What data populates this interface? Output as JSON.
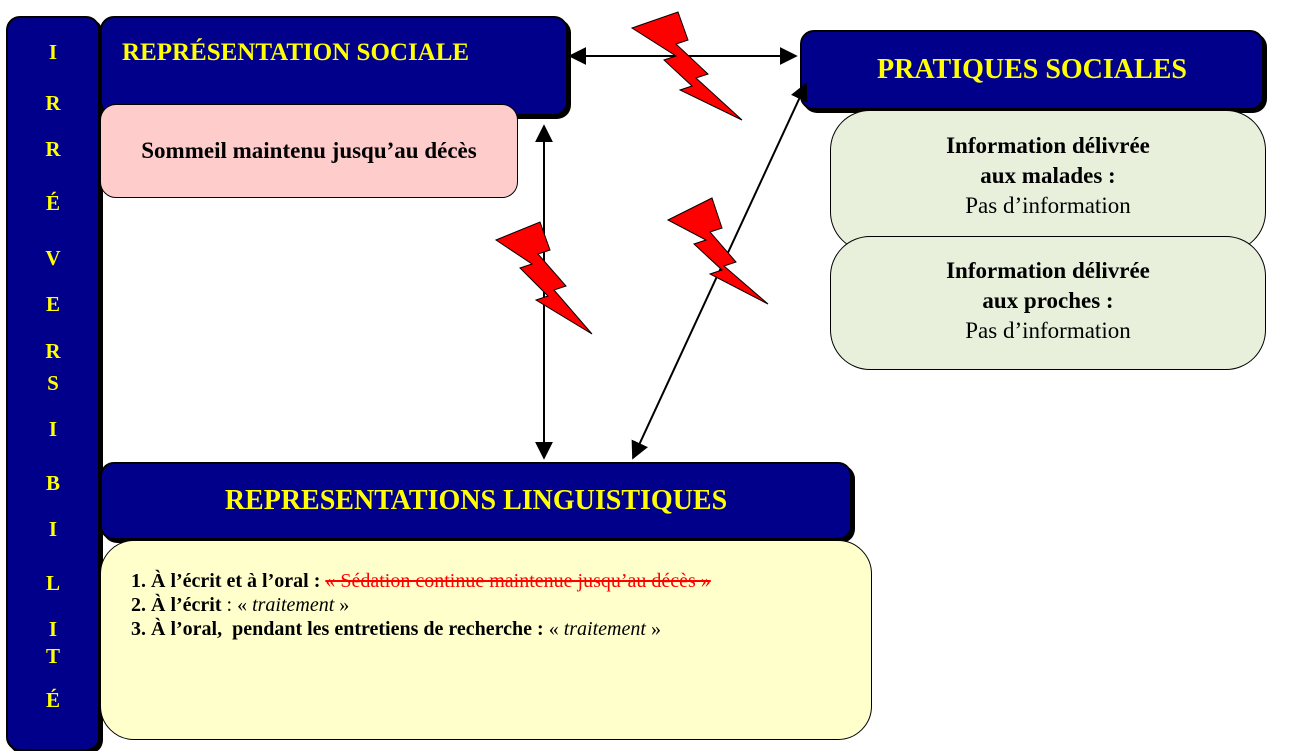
{
  "vertical_word": [
    "I",
    "R",
    "R",
    "É",
    "V",
    "E",
    "R",
    "S",
    "I",
    "B",
    "I",
    "L",
    "I",
    "T",
    "É"
  ],
  "representation_sociale": {
    "title": "REPRÉSENTATION SOCIALE",
    "item": "Sommeil maintenu jusqu’au décès"
  },
  "pratiques_sociales": {
    "title": "PRATIQUES SOCIALES",
    "malades": {
      "heading_line1": "Information délivrée",
      "heading_line2": "aux malades :",
      "value": "Pas d’information"
    },
    "proches": {
      "heading_line1": "Information délivrée",
      "heading_line2": "aux proches :",
      "value": "Pas d’information"
    }
  },
  "representations_linguistiques": {
    "title": "REPRESENTATIONS LINGUISTIQUES",
    "line1_label": "1. À l’écrit et à l’oral :",
    "line1_struck": "« Sédation continue maintenue jusqu’au décès »",
    "line2_label": "2. À l’écrit",
    "line2_sep": " : « ",
    "line2_term": "traitement",
    "line2_close": " »",
    "line3_label": "3. À l’oral,  pendant les entretiens de recherche :",
    "line3_open": " « ",
    "line3_term": "traitement",
    "line3_close": " »"
  },
  "colors": {
    "navy": "#00008b",
    "yellow_text": "#ffff00",
    "pink_box": "#ffcccc",
    "green_box": "#e8f0dc",
    "cream_box": "#ffffcc",
    "strike_red": "#ff0000",
    "lightning": "#ff0000"
  }
}
